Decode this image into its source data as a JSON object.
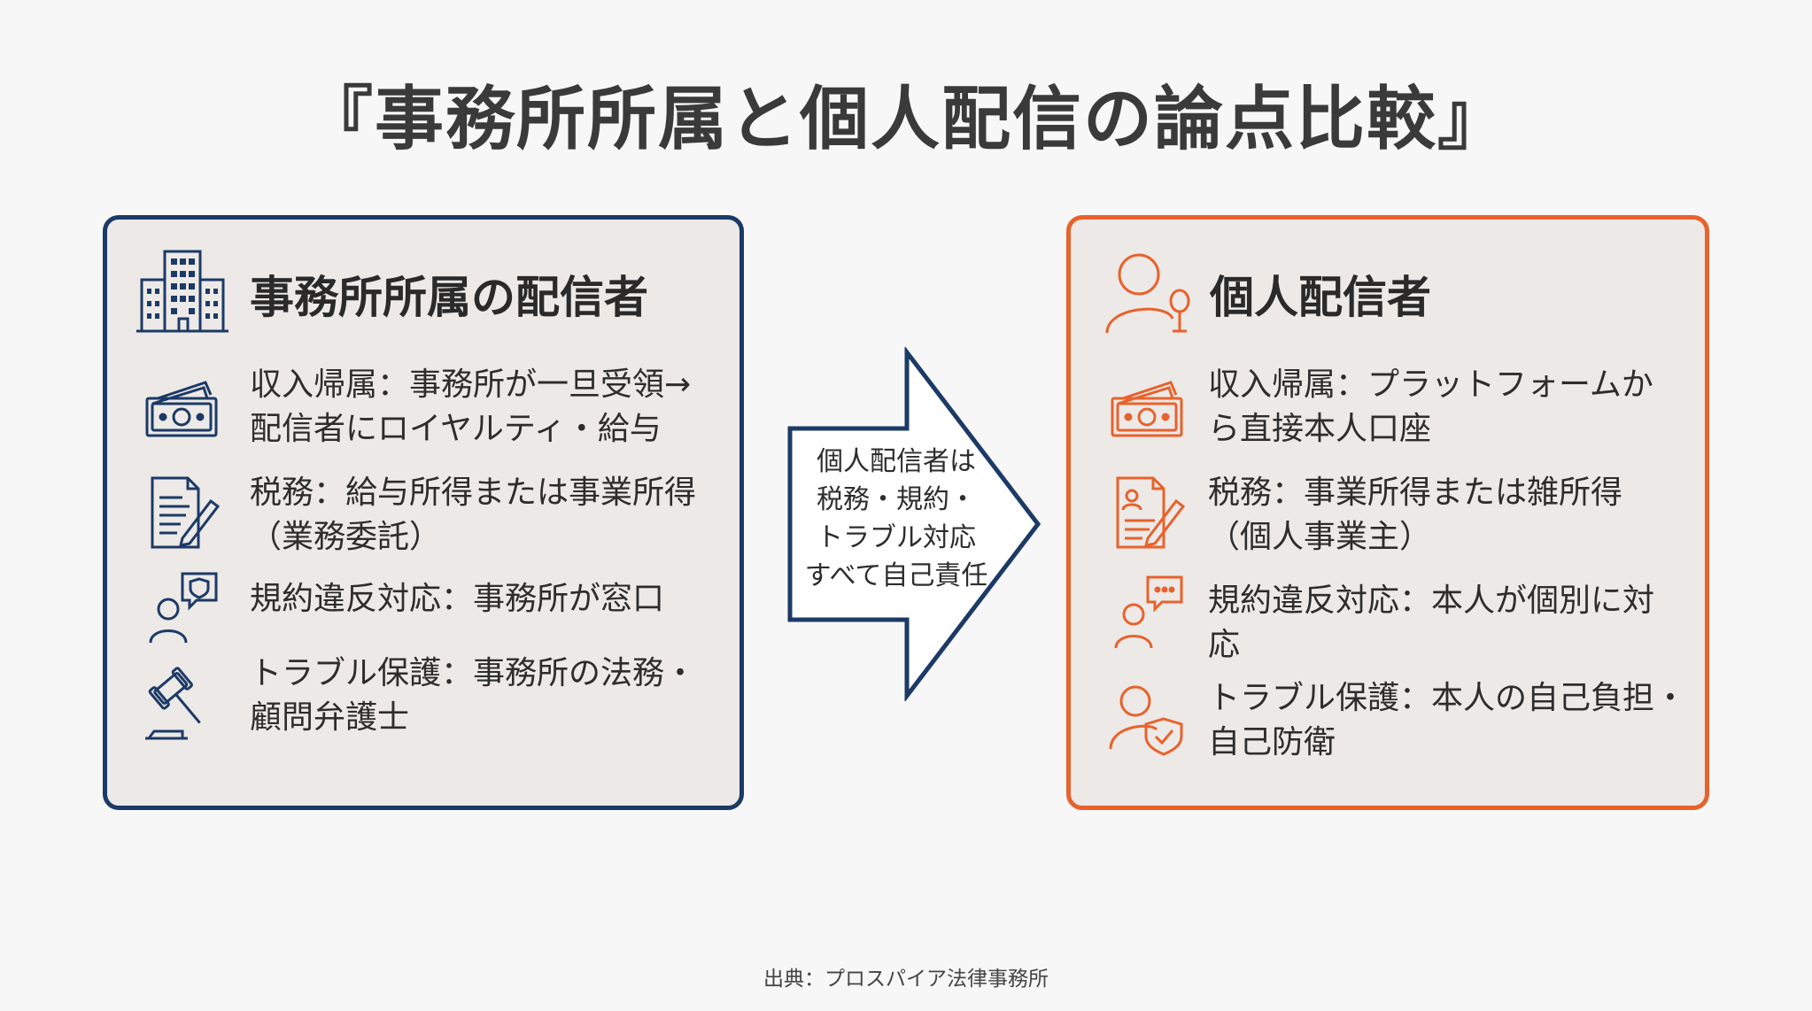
{
  "title": "『事務所所属と個人配信の論点比較』",
  "left": {
    "heading": "事務所所属の配信者",
    "heading_icon": "office-building-icon",
    "items": [
      {
        "icon": "money-bills-icon",
        "lines": [
          "収入帰属：事務所が一旦受領→",
          "配信者にロイヤルティ・給与"
        ]
      },
      {
        "icon": "document-pen-icon",
        "lines": [
          "税務：給与所得または事業所得",
          "（業務委託）"
        ]
      },
      {
        "icon": "person-shield-chat-icon",
        "lines": [
          "規約違反対応：事務所が窓口"
        ]
      },
      {
        "icon": "gavel-icon",
        "lines": [
          "トラブル保護：事務所の法務・",
          "顧問弁護士"
        ]
      }
    ]
  },
  "arrow": {
    "lines": [
      "個人配信者は",
      "税務・規約・",
      "トラブル対応",
      "すべて自己責任"
    ]
  },
  "right": {
    "heading": "個人配信者",
    "heading_icon": "person-microphone-icon",
    "items": [
      {
        "icon": "money-bills-icon",
        "lines": [
          "収入帰属：プラットフォームか",
          "ら直接本人口座"
        ]
      },
      {
        "icon": "document-pen-icon",
        "lines": [
          "税務：事業所得または雑所得",
          "（個人事業主）"
        ]
      },
      {
        "icon": "person-chat-icon",
        "lines": [
          "規約違反対応：本人が個別に対",
          "応"
        ]
      },
      {
        "icon": "person-shield-icon",
        "lines": [
          "トラブル保護：本人の自己負担・",
          "自己防衛"
        ]
      }
    ]
  },
  "source": "出典：プロスパイア法律事務所",
  "colors": {
    "navy": "#1c3a66",
    "orange": "#e8622c",
    "panel_bg": "#ece9e7"
  }
}
